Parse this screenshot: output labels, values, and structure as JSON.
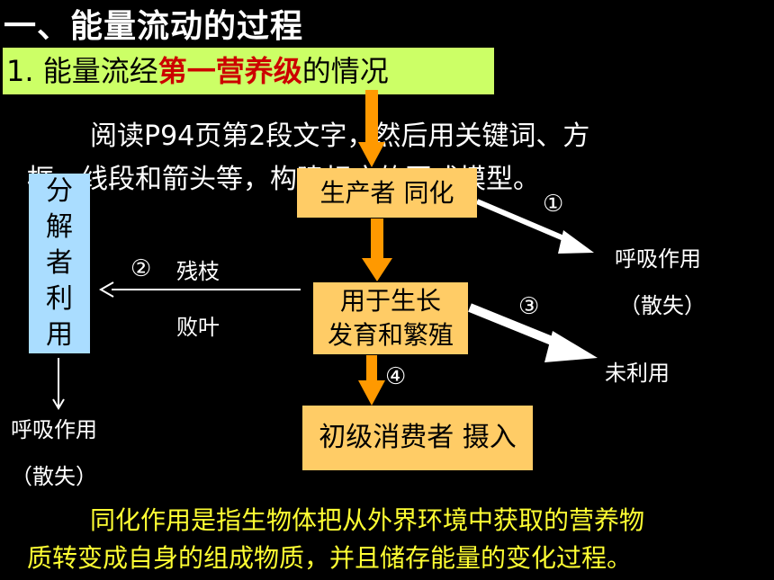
{
  "title": "一、能量流动的过程",
  "subtitle": {
    "prefix": "1.  能量流经",
    "highlight": "第一营养级",
    "suffix": "的情况"
  },
  "instruction": {
    "line1": "阅读P94页第2段文字，然后用关键词、方",
    "line2": "框、线段和箭头等，构建相应的图式模型。"
  },
  "diagram": {
    "producer": "生产者 同化",
    "growth_line1": "用于生长",
    "growth_line2": "发育和繁殖",
    "consumer": "初级消费者 摄入",
    "decomposer": [
      "分",
      "解",
      "者",
      "利",
      "用"
    ],
    "marker1": "①",
    "marker2": "②",
    "marker3": "③",
    "marker4": "④",
    "respiration_label": "呼吸作用",
    "respiration_lost": "（散失）",
    "litter_line1": "残枝",
    "litter_line2": "败叶",
    "unused": "未利用",
    "decomp_respiration": "呼吸作用",
    "decomp_lost": "（散失）"
  },
  "definition": {
    "line1": "同化作用是指生物体把从外界环境中获取的营养物",
    "line2": "质转变成自身的组成物质，并且储存能量的变化过程。"
  }
}
